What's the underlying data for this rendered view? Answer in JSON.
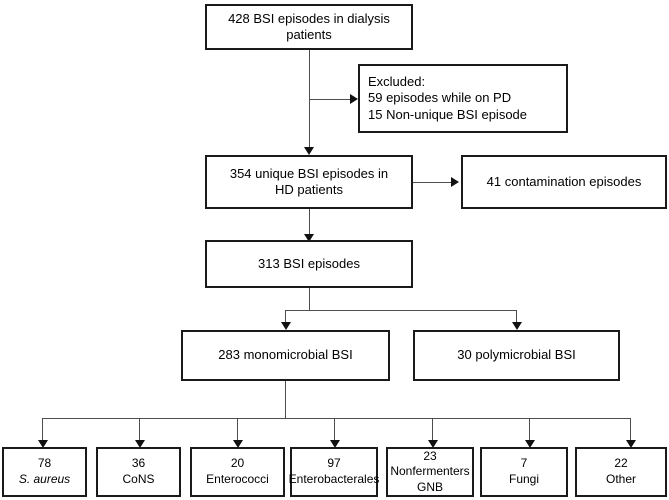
{
  "diagram": {
    "title": "BSI episodes in dialysis patients flow diagram",
    "type": "flowchart",
    "nodes": {
      "total": {
        "line1": "428 BSI episodes in dialysis",
        "line2": "patients"
      },
      "excluded": {
        "line1": "Excluded:",
        "line2": "59 episodes while on PD",
        "line3": "15 Non-unique  BSI episode"
      },
      "unique_hd": {
        "line1": "354 unique BSI episodes in",
        "line2": "HD patients"
      },
      "contamination": {
        "line1": "41 contamination episodes"
      },
      "bsi_313": {
        "line1": "313 BSI episodes"
      },
      "monomicrobial": {
        "line1": "283 monomicrobial  BSI"
      },
      "polymicrobial": {
        "line1": "30 polymicrobial BSI"
      }
    },
    "organisms": [
      {
        "count": "78",
        "name": "S. aureus",
        "italic": true
      },
      {
        "count": "36",
        "name": "CoNS",
        "italic": false
      },
      {
        "count": "20",
        "name": "Enterococci",
        "italic": false
      },
      {
        "count": "97",
        "name": "Enterobacterales",
        "italic": false
      },
      {
        "count": "23",
        "name": "Nonfermenters  GNB",
        "italic": false
      },
      {
        "count": "7",
        "name": "Fungi",
        "italic": false
      },
      {
        "count": "22",
        "name": "Other",
        "italic": false
      }
    ],
    "colors": {
      "box_border": "#1a1a1a",
      "connector": "#4d4d4d",
      "arrow": "#111111",
      "background": "#ffffff",
      "text": "#000000"
    }
  }
}
